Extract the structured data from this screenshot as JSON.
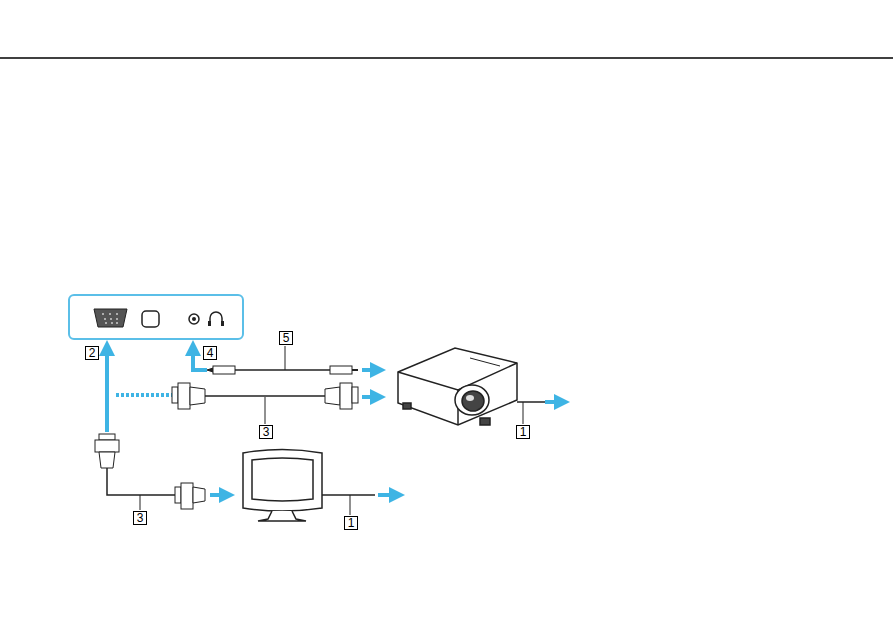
{
  "diagram": {
    "labels": [
      "2",
      "4",
      "5",
      "3",
      "1",
      "3",
      "1"
    ]
  }
}
